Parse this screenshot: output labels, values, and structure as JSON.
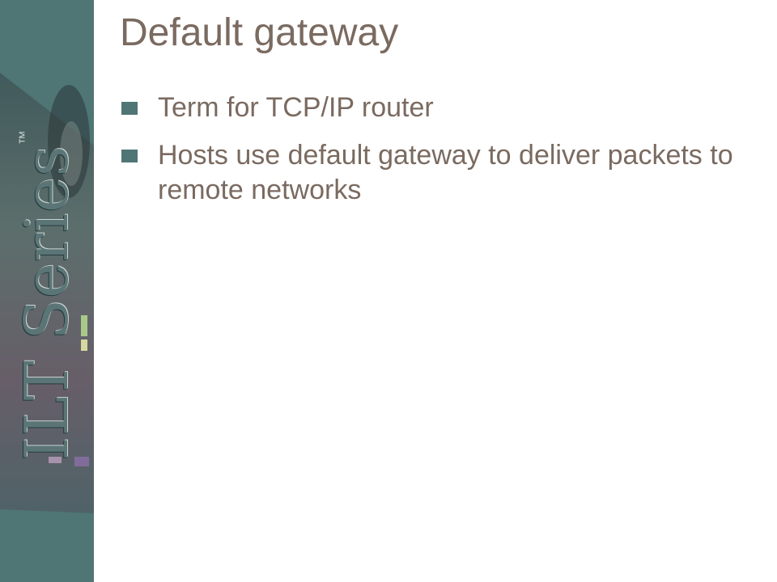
{
  "slide": {
    "title": "Default gateway",
    "bullets": [
      "Term for TCP/IP router",
      "Hosts use default gateway to deliver packets to remote networks"
    ]
  },
  "logo": {
    "text": "ILT Series",
    "trademark": "™"
  },
  "colors": {
    "sidebar": "#4f7575",
    "text": "#7a6a60",
    "bullet_marker": "#4f7575",
    "background": "#ffffff"
  }
}
